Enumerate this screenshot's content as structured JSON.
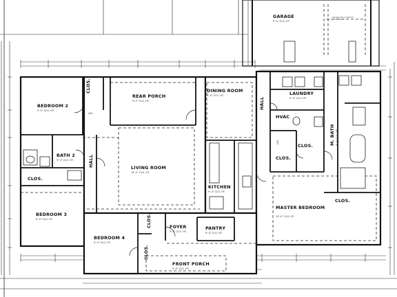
{
  "rooms": [
    {
      "name": "GARAGE",
      "ceiling": "9'-0\" CLG. HT."
    },
    {
      "name": "BEDROOM 2",
      "ceiling": "9'-0\" CLG. HT."
    },
    {
      "name": "REAR PORCH",
      "ceiling": "9'-0\" CLG. HT."
    },
    {
      "name": "DINING ROOM",
      "ceiling": "9'-0\" CLG. HT."
    },
    {
      "name": "LAUNDRY",
      "ceiling": "9'-0\" CLG. HT."
    },
    {
      "name": "BATH 2",
      "ceiling": "9'-0\" CLG. HT."
    },
    {
      "name": "LIVING ROOM",
      "ceiling": "14'-2\" CLG. HT."
    },
    {
      "name": "KITCHEN",
      "ceiling": "9'-0\" CLG. HT."
    },
    {
      "name": "HVAC",
      "ceiling": ""
    },
    {
      "name": "M. BATH",
      "ceiling": "9'-0\" CLG. HT."
    },
    {
      "name": "BEDROOM 3",
      "ceiling": "9'-0\" CLG. HT."
    },
    {
      "name": "BEDROOM 4",
      "ceiling": "9'-0\" CLG. HT."
    },
    {
      "name": "FOYER",
      "ceiling": "9'-0\" CLG. HT."
    },
    {
      "name": "PANTRY",
      "ceiling": "9'-0\" CLG. HT."
    },
    {
      "name": "MASTER BEDROOM",
      "ceiling": "10'-0\" CLG. HT."
    },
    {
      "name": "FRONT PORCH",
      "ceiling": "9'-0\" CLG. HT."
    }
  ],
  "closets": [
    "CLOS.",
    "CLOS.",
    "CLOS.",
    "CLOS.",
    "CLOS.",
    "CLOS.",
    "CLOS."
  ],
  "misc_labels": {
    "hall": "HALL",
    "hall2": "HALL",
    "lin": "LIN.",
    "lin2": "LIN.",
    "garage_door_note": "Garage Door Opener"
  }
}
